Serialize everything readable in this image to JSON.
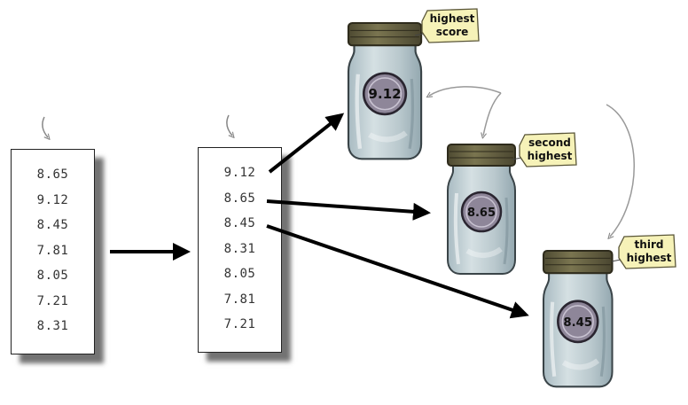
{
  "unsorted_list": {
    "values": [
      "8.65",
      "9.12",
      "8.45",
      "7.81",
      "8.05",
      "7.21",
      "8.31"
    ]
  },
  "sorted_list": {
    "values": [
      "9.12",
      "8.65",
      "8.45",
      "8.31",
      "8.05",
      "7.81",
      "7.21"
    ]
  },
  "jars": [
    {
      "value": "9.12",
      "tag_line1": "highest",
      "tag_line2": "score"
    },
    {
      "value": "8.65",
      "tag_line1": "second",
      "tag_line2": "highest"
    },
    {
      "value": "8.45",
      "tag_line1": "third",
      "tag_line2": "highest"
    }
  ],
  "colors": {
    "jar_glass": "#b7c6cc",
    "jar_lid": "#5e5a3e",
    "label_circle": "#8e8699",
    "tag_paper": "#f6f2b8",
    "arrow": "#000000",
    "hint_arrow": "#888888"
  }
}
